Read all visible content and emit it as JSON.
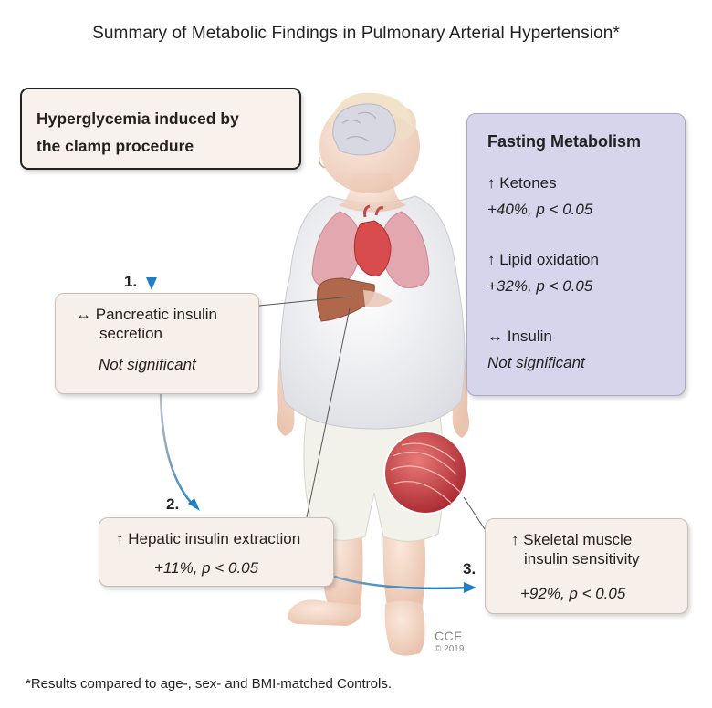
{
  "title": "Summary of Metabolic Findings in Pulmonary Arterial Hypertension*",
  "footnote": "*Results compared to age-, sex- and BMI-matched Controls.",
  "clamp_box": {
    "line1": "Hyperglycemia induced by",
    "line2": "the clamp procedure"
  },
  "fasting": {
    "heading": "Fasting Metabolism",
    "items": [
      {
        "arrow": "↑",
        "label": "Ketones",
        "stat": "+40%, p < 0.05"
      },
      {
        "arrow": "↑",
        "label": "Lipid oxidation",
        "stat": "+32%, p < 0.05"
      },
      {
        "arrow": "↔",
        "label": "Insulin",
        "stat": "Not significant"
      }
    ]
  },
  "findings": [
    {
      "number": "1.",
      "arrow": "↔",
      "line1": "Pancreatic insulin",
      "line2": "secretion",
      "stat": "Not significant"
    },
    {
      "number": "2.",
      "arrow": "↑",
      "line1": "Hepatic insulin extraction",
      "line2": "",
      "stat": "+11%, p < 0.05"
    },
    {
      "number": "3.",
      "arrow": "↑",
      "line1": "Skeletal muscle",
      "line2": "insulin sensitivity",
      "stat": "+92%, p < 0.05"
    }
  ],
  "credit": {
    "org": "CCF",
    "year": "© 2019"
  },
  "colors": {
    "box_fill": "#f7efe9",
    "fasting_fill": "#d6d5ec",
    "arrow": "#2a86c8",
    "shirt": "#f4f4f6",
    "skin": "#f3d9c8",
    "lungs": "#e3a7b0",
    "liver": "#b0684c",
    "muscle": "#c9454b"
  },
  "icons": [
    "up-arrow",
    "left-right-arrow",
    "flow-arrow",
    "human-figure",
    "brain",
    "lungs",
    "heart",
    "liver",
    "muscle-inset"
  ]
}
